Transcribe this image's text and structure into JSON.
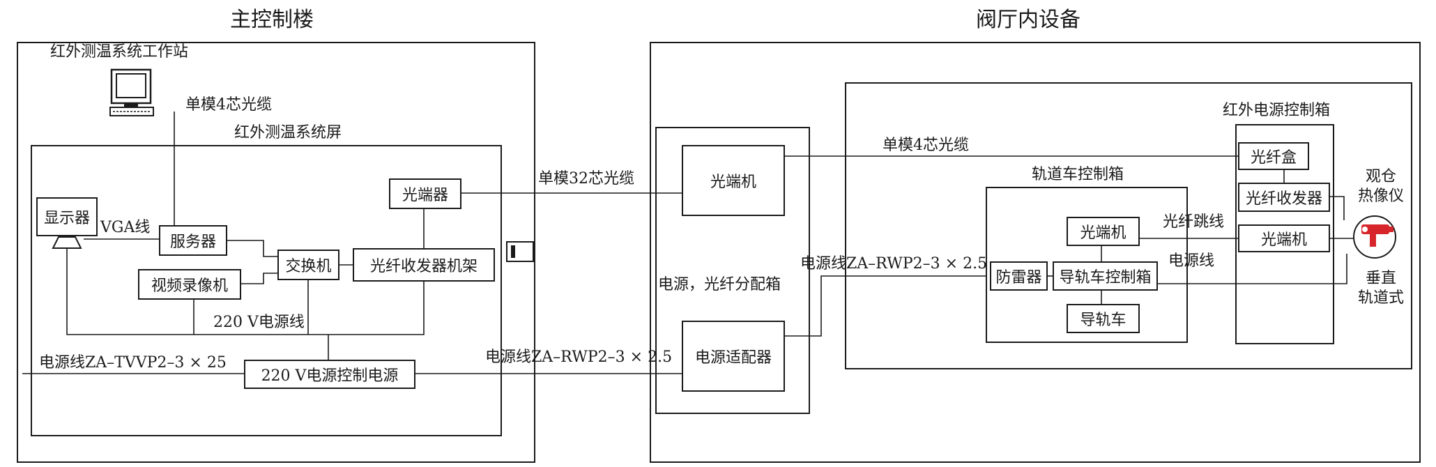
{
  "sections": {
    "main_building": "主控制楼",
    "valve_hall": "阀厅内设备"
  },
  "main": {
    "workstation": "红外测温系统工作站",
    "cable_top": "单模4芯光缆",
    "screen_label": "红外测温系统屏",
    "display": "显示器",
    "vga": "VGA线",
    "server": "服务器",
    "switch": "交换机",
    "video_recorder": "视频录像机",
    "optical_terminal": "光端器",
    "fiber_rack": "光纤收发器机架",
    "power_line_220": "220 V电源线",
    "power_control": "220 V电源控制电源",
    "power_in": "电源线ZA–TVVP2–3 × 25"
  },
  "links": {
    "cable_32": "单模32芯光缆",
    "power_rwp_left": "电源线ZA–RWP2–3 × 2.5",
    "power_rwp_mid": "电源线ZA–RWP2–3 × 2.5",
    "cable_4_right": "单模4芯光缆"
  },
  "distribution": {
    "label": "电源，光纤分配箱",
    "optical_machine": "光端机",
    "power_adapter": "电源适配器"
  },
  "rail_box": {
    "title": "轨道车控制箱",
    "optical_machine": "光端机",
    "lightning": "防雷器",
    "rail_controller": "导轨车控制箱",
    "rail_car": "导轨车",
    "jumper": "光纤跳线",
    "power_line": "电源线"
  },
  "ir_power_box": {
    "title": "红外电源控制箱",
    "fiber_box": "光纤盒",
    "fiber_transceiver": "光纤收发器",
    "optical_machine": "光端机"
  },
  "camera": {
    "label_top": "观仓\n热像仪",
    "label_bottom": "垂直\n轨道式"
  }
}
